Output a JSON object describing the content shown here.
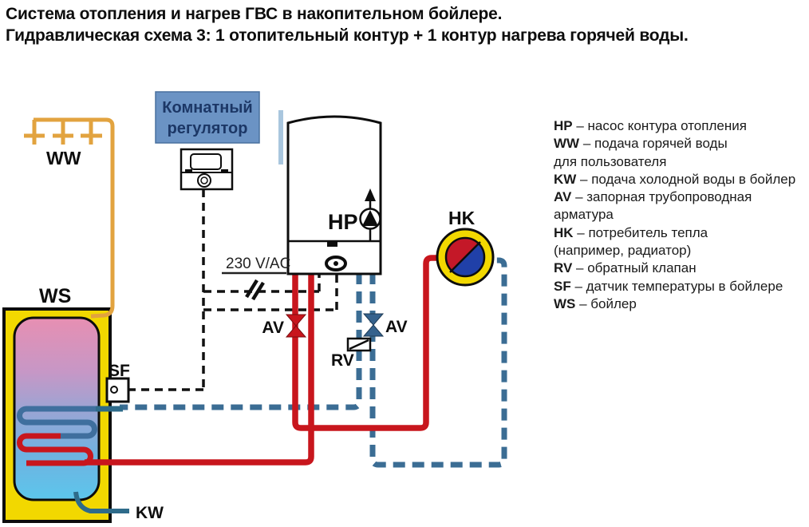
{
  "title": {
    "line1": "Система отопления и нагрев ГВС в накопительном бойлере.",
    "line2": "Гидравлическая схема 3: 1 отопительный контур + 1 контур нагрева горячей воды."
  },
  "regulator_box": {
    "label_line1": "Комнатный",
    "label_line2": "регулятор"
  },
  "diagram_labels": {
    "hp": "HP",
    "ww": "WW",
    "ws": "WS",
    "sf": "SF",
    "kw": "KW",
    "hk": "HK",
    "av_left": "AV",
    "av_right": "AV",
    "rv": "RV",
    "voltage": "230 V/AC"
  },
  "legend": {
    "items": [
      {
        "key": "HP",
        "rest": " – насос контура отопления"
      },
      {
        "key": "WW",
        "rest": " – подача горячей воды"
      },
      {
        "key": "",
        "rest": "для пользователя"
      },
      {
        "key": "KW",
        "rest": " – подача холодной воды в бойлер"
      },
      {
        "key": "AV",
        "rest": " – запорная трубопроводная"
      },
      {
        "key": "",
        "rest": "арматура"
      },
      {
        "key": "HK",
        "rest": " – потребитель тепла"
      },
      {
        "key": "",
        "rest": "(например, радиатор)"
      },
      {
        "key": "RV",
        "rest": " – обратный клапан"
      },
      {
        "key": "SF",
        "rest": " – датчик температуры в бойлере"
      },
      {
        "key": "WS",
        "rest": " – бойлер"
      }
    ]
  },
  "colors": {
    "pipe_hot_red": "#C8161D",
    "pipe_return_blue": "#3B6D94",
    "pipe_ww_orange": "#E2A33F",
    "pipe_kw_teal": "#2E6B8A",
    "tank_casing_yellow": "#F2D800",
    "tank_top_pink": "#E78FB2",
    "tank_bottom_blue": "#5CC6EC",
    "hk_ring_yellow": "#F2D800",
    "hk_red": "#C41828",
    "hk_blue": "#2040A8",
    "regulator_box_bg": "#6B93C4",
    "regulator_box_text": "#1C3766",
    "wire_black": "#111111"
  }
}
